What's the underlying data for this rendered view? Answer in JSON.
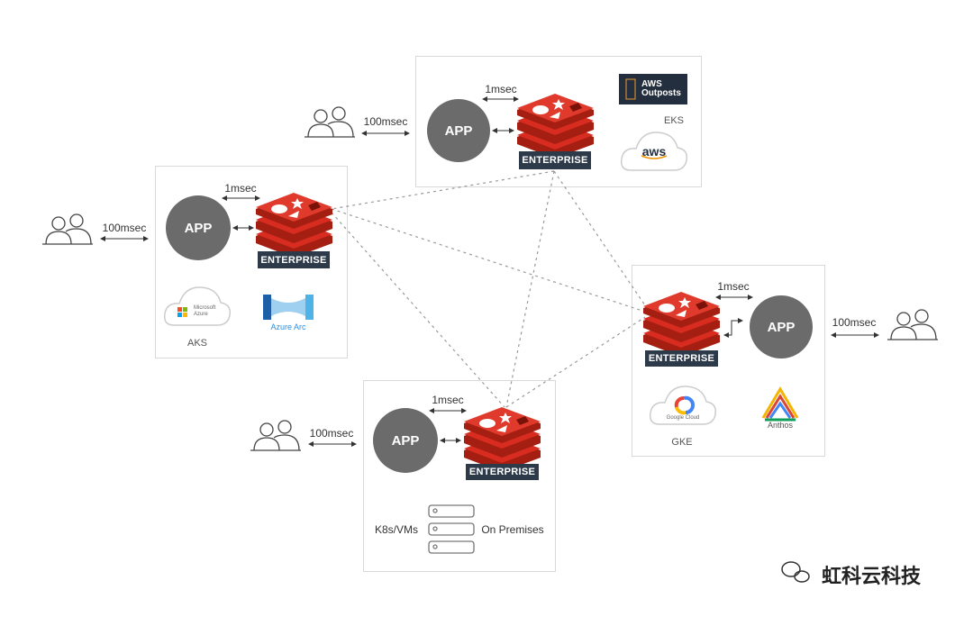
{
  "nodes": {
    "top": {
      "latency_local": "1msec",
      "latency_users": "100msec",
      "app": "APP",
      "badge": "ENTERPRISE",
      "cloud_label": "EKS",
      "logo_outposts": "AWS Outposts",
      "logo_cloud": "aws"
    },
    "left": {
      "latency_local": "1msec",
      "latency_users": "100msec",
      "app": "APP",
      "badge": "ENTERPRISE",
      "cloud_label": "AKS",
      "logo_cloud": "Microsoft Azure",
      "logo_arc": "Azure Arc"
    },
    "right": {
      "latency_local": "1msec",
      "latency_users": "100msec",
      "app": "APP",
      "badge": "ENTERPRISE",
      "cloud_label": "GKE",
      "logo_cloud": "Google Cloud",
      "logo_anthos": "Anthos"
    },
    "bottom": {
      "latency_local": "1msec",
      "latency_users": "100msec",
      "app": "APP",
      "badge": "ENTERPRISE",
      "label_left": "K8s/VMs",
      "label_right": "On Premises"
    }
  },
  "watermark": "虹科云科技",
  "colors": {
    "redis": "#d82c20",
    "badge": "#2d3a4a",
    "app": "#6b6b6b"
  }
}
